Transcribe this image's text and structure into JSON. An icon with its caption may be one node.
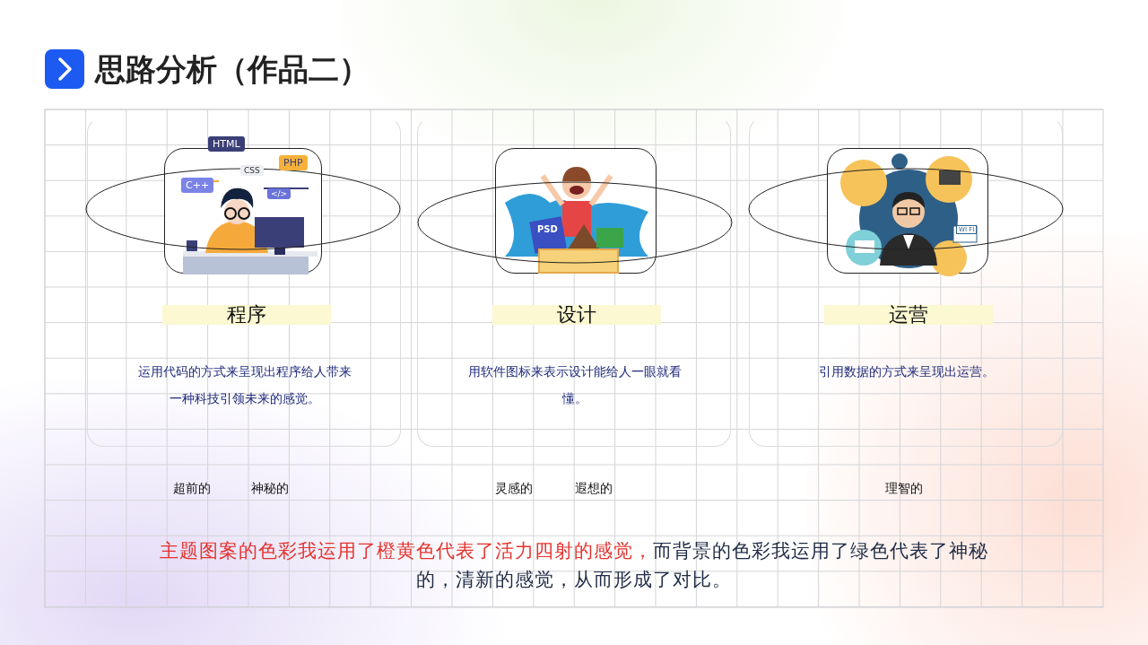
{
  "diagram": {
    "title": "思路分析（作品二）",
    "nodes": [
      {
        "text": [
          "程序",
          "运用代码的方式来呈现出程序给人带来一种科技引领未来的感觉。"
        ]
      },
      {
        "text": [],
        "shape": "picture",
        "in": 0
      },
      {
        "text": [
          "设计",
          "用软件图标来表示设计能给人一眼就看懂。"
        ]
      },
      {
        "text": [],
        "shape": "picture",
        "in": 2
      },
      {
        "text": [
          "运营",
          "引用数据的方式来呈现出运营。"
        ]
      },
      {
        "text": [],
        "shape": "picture",
        "in": 4
      }
    ],
    "labels": [
      "HTML",
      "PHP",
      "CSS",
      "C++",
      "</>",
      "PSD",
      "WI FI",
      "超前的",
      "神秘的",
      "灵感的",
      "遐想的",
      "理智的",
      "主题图案的色彩我运用了橙黄色代表了活力四射的感觉，",
      "而背景的色彩我运用了绿色代表了神秘的，清新的感觉，从而形成了对比。"
    ]
  }
}
